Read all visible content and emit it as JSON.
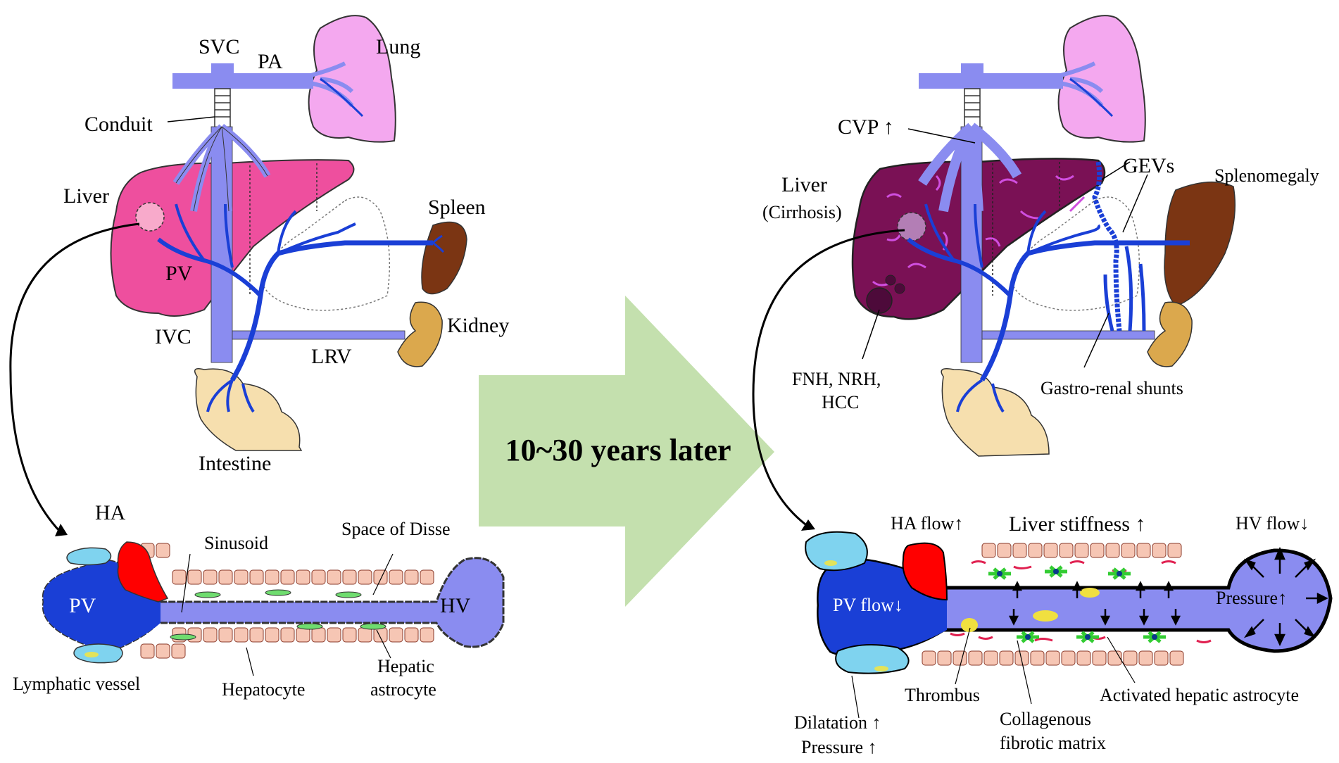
{
  "colors": {
    "vein_light": "#8a8cf0",
    "vein_dark": "#1a3fd6",
    "liver_healthy": "#ee4f9e",
    "liver_cirrhosis": "#7a1155",
    "lung": "#f4a8ef",
    "spleen": "#7b3513",
    "kidney": "#dba84d",
    "intestine": "#f6dfae",
    "arrow_green": "#c4e0ae",
    "hepatocyte": "#f6c6b4",
    "hepatic_artery": "#ff0000",
    "lymphatic": "#7fd3ef",
    "astrocyte": "#33cc33"
  },
  "left_panel": {
    "labels": {
      "svc": "SVC",
      "pa": "PA",
      "lung": "Lung",
      "conduit": "Conduit",
      "liver": "Liver",
      "spleen": "Spleen",
      "pv": "PV",
      "kidney": "Kidney",
      "ivc": "IVC",
      "lrv": "LRV",
      "intestine": "Intestine"
    },
    "sinusoid": {
      "ha": "HA",
      "sinusoid": "Sinusoid",
      "space_of_disse": "Space of Disse",
      "pv": "PV",
      "hv": "HV",
      "lymphatic_vessel": "Lymphatic vessel",
      "hepatocyte": "Hepatocyte",
      "hepatic_astrocyte_1": "Hepatic",
      "hepatic_astrocyte_2": "astrocyte"
    }
  },
  "center_arrow": {
    "text": "10~30 years later"
  },
  "right_panel": {
    "labels": {
      "cvp": "CVP ↑",
      "liver_1": "Liver",
      "liver_2": "(Cirrhosis)",
      "gevs": "GEVs",
      "splenomegaly": "Splenomegaly",
      "lesions_1": "FNH, NRH,",
      "lesions_2": "HCC",
      "shunts": "Gastro-renal shunts"
    },
    "sinusoid": {
      "ha_flow": "HA flow↑",
      "liver_stiffness": "Liver stiffness ↑",
      "hv_flow": "HV flow↓",
      "pv_flow": "PV flow↓",
      "pressure": "Pressure↑",
      "thrombus": "Thrombus",
      "collagen_1": "Collagenous",
      "collagen_2": "fibrotic matrix",
      "activated": "Activated hepatic astrocyte",
      "dilatation": "Dilatation ↑",
      "pressure_lymph": "Pressure ↑"
    }
  }
}
